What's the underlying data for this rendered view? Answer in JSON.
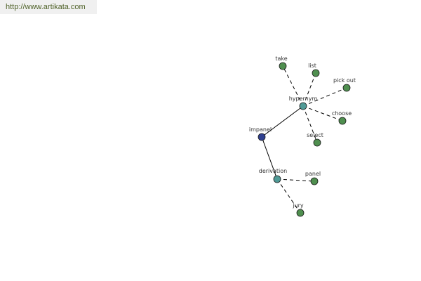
{
  "header": {
    "url": "http://www.artikata.com"
  },
  "colors": {
    "root": "#2f3f8f",
    "hub": "#4f9a96",
    "leaf": "#4f8f4f",
    "link_text": "#4f6228"
  },
  "graph": {
    "nodes": [
      {
        "id": "impanel",
        "label": "impanel",
        "kind": "root"
      },
      {
        "id": "hypernym",
        "label": "hypernym",
        "kind": "hub"
      },
      {
        "id": "derivation",
        "label": "derivation",
        "kind": "hub"
      },
      {
        "id": "take",
        "label": "take",
        "kind": "leaf"
      },
      {
        "id": "list",
        "label": "list",
        "kind": "leaf"
      },
      {
        "id": "pick-out",
        "label": "pick out",
        "kind": "leaf"
      },
      {
        "id": "choose",
        "label": "choose",
        "kind": "leaf"
      },
      {
        "id": "select",
        "label": "select",
        "kind": "leaf"
      },
      {
        "id": "panel",
        "label": "panel",
        "kind": "leaf"
      },
      {
        "id": "jury",
        "label": "jury",
        "kind": "leaf"
      }
    ],
    "edges": [
      {
        "from": "impanel",
        "to": "hypernym",
        "style": "solid"
      },
      {
        "from": "impanel",
        "to": "derivation",
        "style": "solid"
      },
      {
        "from": "hypernym",
        "to": "take",
        "style": "dashed"
      },
      {
        "from": "hypernym",
        "to": "list",
        "style": "dashed"
      },
      {
        "from": "hypernym",
        "to": "pick-out",
        "style": "dashed"
      },
      {
        "from": "hypernym",
        "to": "choose",
        "style": "dashed"
      },
      {
        "from": "hypernym",
        "to": "select",
        "style": "dashed"
      },
      {
        "from": "derivation",
        "to": "panel",
        "style": "dashed"
      },
      {
        "from": "derivation",
        "to": "jury",
        "style": "dashed"
      }
    ]
  }
}
